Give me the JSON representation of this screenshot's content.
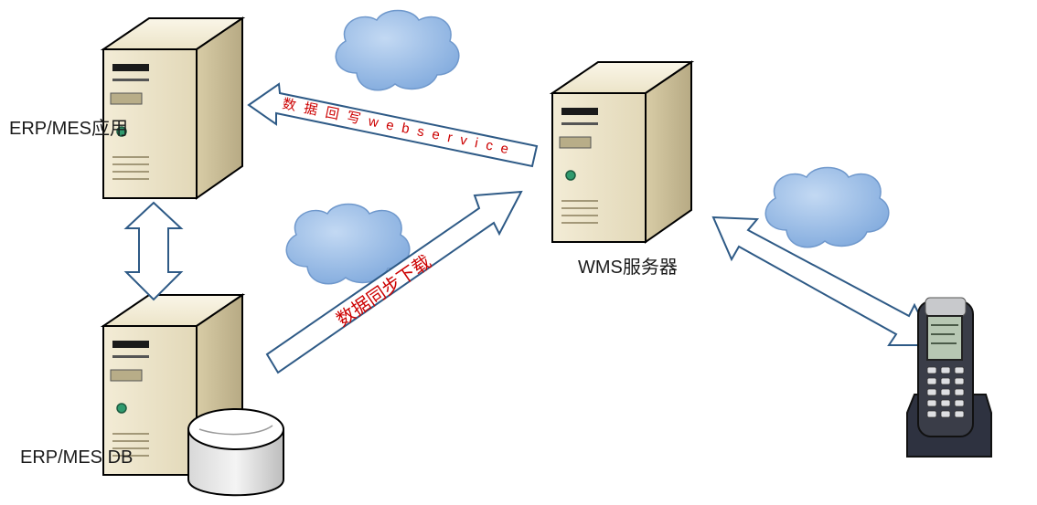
{
  "nodes": {
    "erp_app": {
      "label": "ERP/MES应用"
    },
    "erp_db": {
      "label": "ERP/MES DB"
    },
    "wms": {
      "label": "WMS服务器"
    },
    "handheld": {
      "label": ""
    }
  },
  "edges": {
    "writeback": {
      "label": "数据回写webservice",
      "color": "#cc0000"
    },
    "sync_download": {
      "label": "数据同步下载",
      "color": "#cc0000"
    }
  },
  "colors": {
    "arrow_stroke": "#2e5a86",
    "cloud_fill": "#9dbfe6",
    "server_body": "#e9e1c8",
    "server_side": "#c9bd98"
  }
}
